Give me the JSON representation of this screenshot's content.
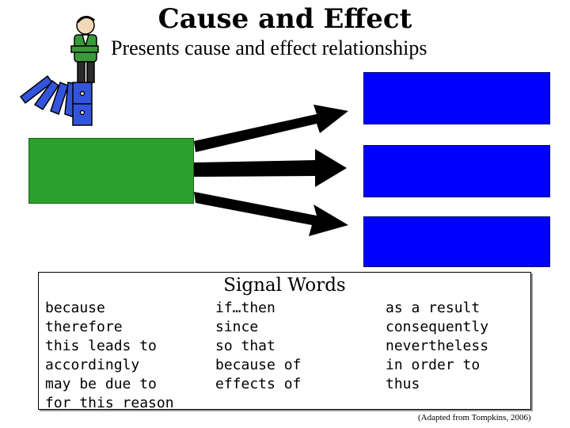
{
  "header": {
    "title": "Cause and Effect",
    "subtitle": "Presents cause and effect relationships"
  },
  "colors": {
    "cause": "#2ca02c",
    "effect": "#0000ff",
    "arrow": "#000000"
  },
  "signal_words": {
    "title": "Signal Words",
    "col1": [
      "because",
      "therefore",
      "this leads to",
      "accordingly",
      "may be due to",
      "for this reason"
    ],
    "col2": [
      "if…then",
      "since",
      "so that",
      "because of",
      "effects of"
    ],
    "col3": [
      "as a result",
      "consequently",
      "nevertheless",
      "in order to",
      "thus"
    ]
  },
  "citation": "(Adapted from Tompkins, 2006)"
}
